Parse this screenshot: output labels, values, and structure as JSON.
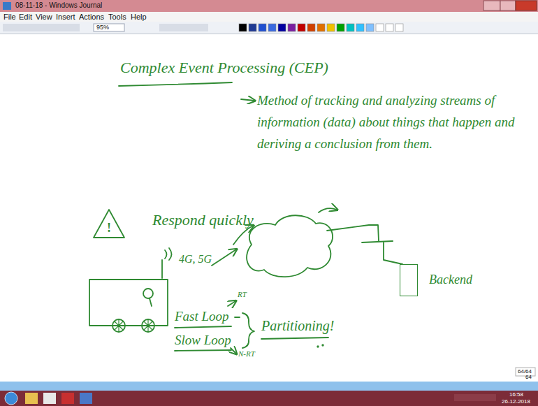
{
  "diagram": {
    "title": "Complex Event Processing (CEP)",
    "nodes": [
      {
        "text": [
          "!"
        ]
      },
      {
        "text": [
          "Backend"
        ]
      }
    ],
    "labels": [
      "08-11-18 - Windows Journal",
      "File",
      "Edit",
      "View",
      "Insert",
      "Actions",
      "Tools",
      "Help",
      "95%",
      "Method of tracking and analyzing streams of information (data) about things that happen and deriving a conclusion from them.",
      "Respond quickly",
      "4G, 5G",
      "Fast Loop",
      "RT",
      "Slow Loop",
      "N-RT",
      "Partitioning!",
      "64/64",
      "64",
      "16:58",
      "26-12-2018"
    ]
  }
}
